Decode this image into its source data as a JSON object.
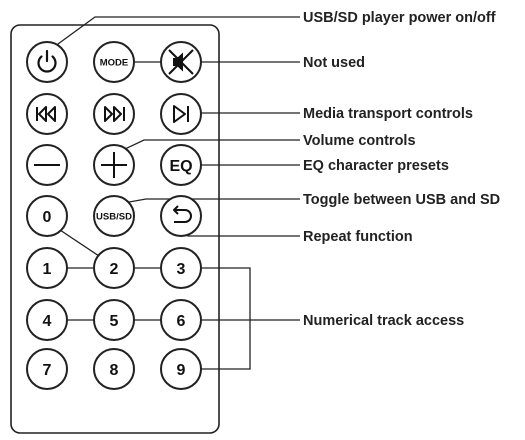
{
  "annotations": [
    "USB/SD player power on/off",
    "Not used",
    "Media transport controls",
    "Volume controls",
    "EQ character presets",
    "Toggle between USB and SD",
    "Repeat function",
    "Numerical track access"
  ],
  "buttons": {
    "mode": "MODE",
    "eq": "EQ",
    "usbsd": "USB/SD",
    "digits": [
      "0",
      "1",
      "2",
      "3",
      "4",
      "5",
      "6",
      "7",
      "8",
      "9"
    ]
  },
  "icons": {
    "power": "power-icon",
    "mute": "mute-icon",
    "previous": "skip-previous-icon",
    "next": "skip-next-icon",
    "play_pause": "play-pause-icon",
    "volume_down": "minus-icon",
    "volume_up": "plus-icon",
    "repeat": "repeat-icon"
  }
}
